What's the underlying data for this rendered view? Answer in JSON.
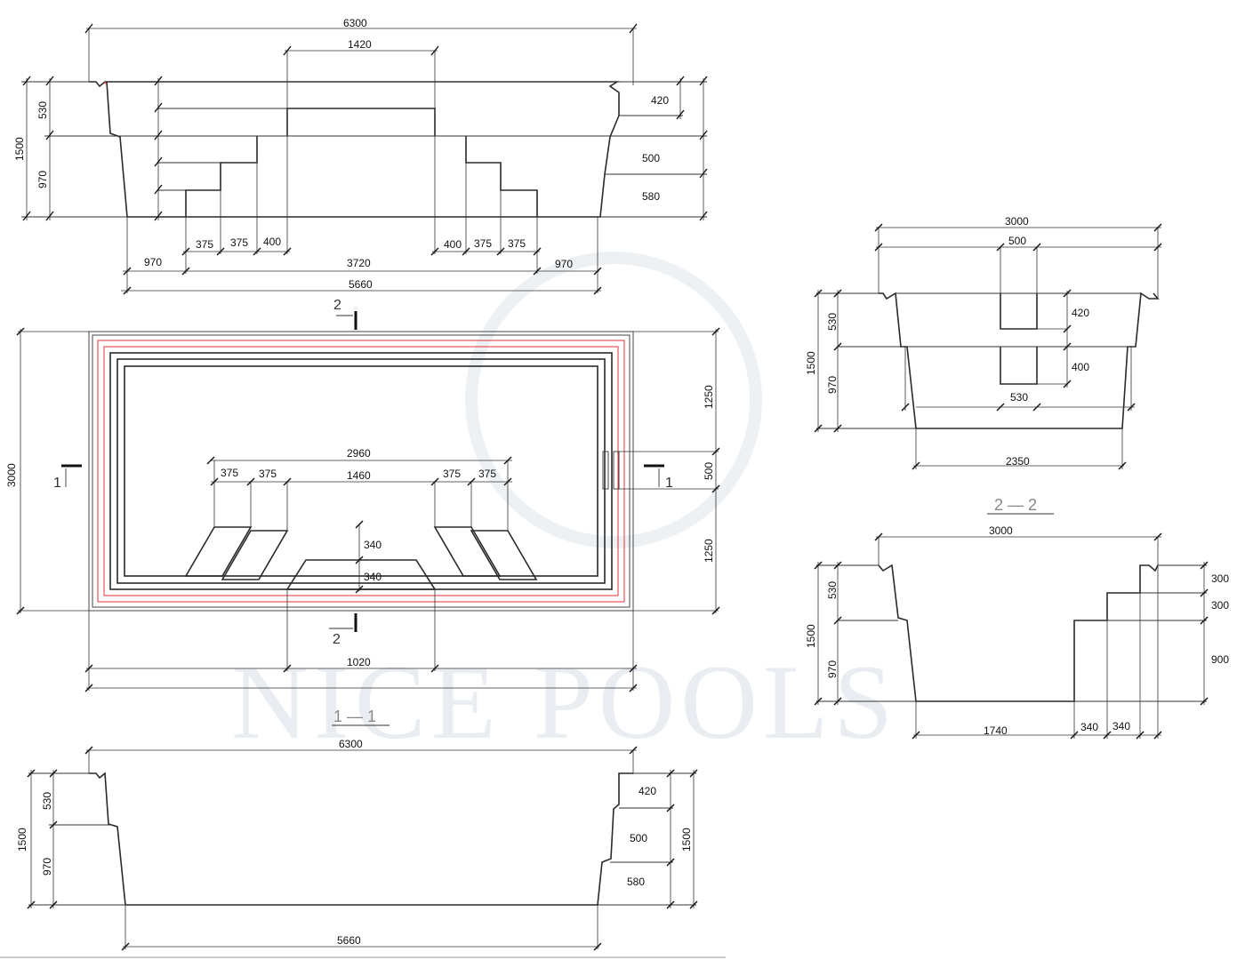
{
  "watermark": "NICE POOLS",
  "colors": {
    "line": "#2a2a2a",
    "inner_outline": "#e0303a",
    "watermark": "#e9edf1"
  },
  "longitudinal_view": {
    "dims": {
      "total_length": "6300",
      "bench_width": "1420",
      "height_total": "1500",
      "upper_depth": "530",
      "lower_depth": "970",
      "rim_step": "420",
      "mid_step": "500",
      "low_step": "580",
      "step_a": "375",
      "step_b": "375",
      "step_c": "400",
      "step_d": "400",
      "step_e": "375",
      "step_f": "375",
      "end_left": "970",
      "middle": "3720",
      "end_right": "970",
      "bottom_length": "5660"
    }
  },
  "plan_view": {
    "dims": {
      "width": "3000",
      "bench_length": "2960",
      "s1": "375",
      "s2": "375",
      "mid": "1460",
      "s3": "375",
      "s4": "375",
      "step_depth_1": "340",
      "step_depth_2": "340",
      "side_upper": "1250",
      "side_mid": "500",
      "side_lower": "1250",
      "platform": "1020"
    },
    "section_marks": {
      "top": "2",
      "bottom": "2",
      "left": "1",
      "right": "1"
    }
  },
  "section_1_1": {
    "label": "1 — 1",
    "dims": {
      "length": "6300",
      "height_left": "1500",
      "upper_left": "530",
      "lower_left": "970",
      "rim_step": "420",
      "mid_step": "500",
      "low_step": "580",
      "height_right": "1500",
      "bottom": "5660"
    }
  },
  "cross_section_top": {
    "dims": {
      "width": "3000",
      "bench": "500",
      "height": "1500",
      "upper": "530",
      "lower": "970",
      "step_upper": "420",
      "step_lower": "400",
      "step_width": "530",
      "bottom": "2350"
    }
  },
  "section_2_2": {
    "label": "2 — 2",
    "dims": {
      "width": "3000",
      "height": "1500",
      "upper": "530",
      "lower": "970",
      "r1": "300",
      "r2": "300",
      "r3": "900",
      "bottom": "1740",
      "tread_1": "340",
      "tread_2": "340"
    }
  }
}
